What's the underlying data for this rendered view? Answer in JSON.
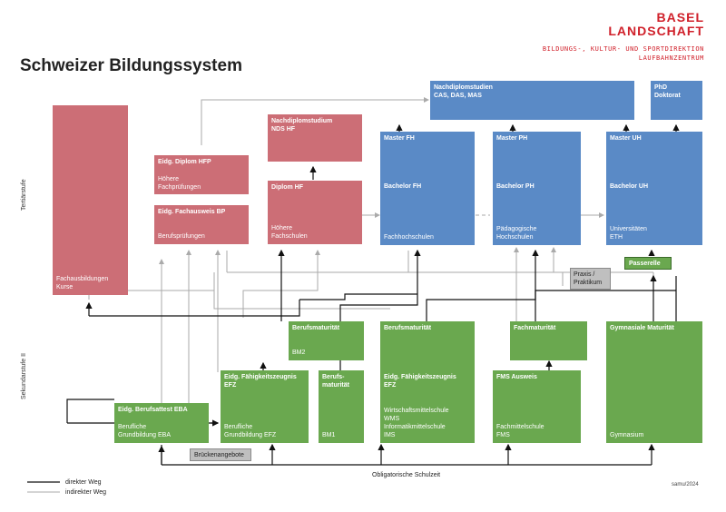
{
  "header": {
    "title": "Schweizer Bildungssystem",
    "logo_line1": "BASEL",
    "logo_line2": "LANDSCHAFT",
    "dept_line1": "BILDUNGS-, KULTUR- UND SPORTDIREKTION",
    "dept_line2": "LAUFBAHNZENTRUM"
  },
  "side_labels": {
    "tertiary": "Tertiärstufe",
    "secondary": "Sekundarstufe II"
  },
  "tertiary": {
    "fachausbildungen": {
      "line1": "Fachausbildungen",
      "line2": "Kurse"
    },
    "diplom_hfp": {
      "title": "Eidg. Diplom HFP",
      "sub1": "Höhere",
      "sub2": "Fachprüfungen"
    },
    "fachausweis_bp": {
      "title": "Eidg. Fachausweis BP",
      "sub": "Berufsprüfungen"
    },
    "nds_hf": {
      "title1": "Nachdiplomstudium",
      "title2": "NDS HF"
    },
    "diplom_hf": {
      "title": "Diplom HF",
      "sub1": "Höhere",
      "sub2": "Fachschulen"
    },
    "nachdiplomstudien": {
      "title1": "Nachdiplomstudien",
      "title2": "CAS, DAS, MAS"
    },
    "phd": {
      "title1": "PhD",
      "title2": "Doktorat"
    },
    "fh": {
      "master": "Master FH",
      "bachelor": "Bachelor FH",
      "sub": "Fachhochschulen"
    },
    "ph": {
      "master": "Master PH",
      "bachelor": "Bachelor PH",
      "sub1": "Pädagogische",
      "sub2": "Hochschulen"
    },
    "uh": {
      "master": "Master UH",
      "bachelor": "Bachelor UH",
      "sub1": "Universitäten",
      "sub2": "ETH"
    }
  },
  "connectors": {
    "praxis": {
      "line1": "Praxis /",
      "line2": "Praktikum"
    },
    "passerelle": "Passerelle",
    "brueckenangebote": "Brückenangebote"
  },
  "secondary": {
    "bm2": {
      "title": "Berufsmaturität",
      "sub": "BM2"
    },
    "bm1": {
      "title1": "Berufs-",
      "title2": "maturität",
      "sub": "BM1"
    },
    "berufsmaturitaet_wms": {
      "title": "Berufsmaturität"
    },
    "efz_wms": {
      "title1": "Eidg. Fähigkeitszeugnis",
      "title2": "EFZ",
      "sub1": "Wirtschaftsmittelschule",
      "sub2": "WMS",
      "sub3": "Informatikmittelschule",
      "sub4": "IMS"
    },
    "efz": {
      "title1": "Eidg. Fähigkeitszeugnis",
      "title2": "EFZ",
      "sub1": "Berufliche",
      "sub2": "Grundbildung EFZ"
    },
    "eba": {
      "title": "Eidg. Berufsattest EBA",
      "sub1": "Berufliche",
      "sub2": "Grundbildung EBA"
    },
    "fachmaturitaet": {
      "title": "Fachmaturität"
    },
    "fms": {
      "title": "FMS Ausweis",
      "sub1": "Fachmittelschule",
      "sub2": "FMS"
    },
    "gymnasiale": {
      "title": "Gymnasiale Maturität",
      "sub": "Gymnasium"
    }
  },
  "footer": {
    "obligatorische": "Obligatorische Schulzeit",
    "legend_direct": "direkter Weg",
    "legend_indirect": "indirekter Weg",
    "credit": "samu/2024"
  },
  "colors": {
    "red": "#cc6e76",
    "blue": "#5a8ac6",
    "green": "#6aa84f",
    "grey": "#bfbfbf",
    "brand": "#d0202a"
  }
}
